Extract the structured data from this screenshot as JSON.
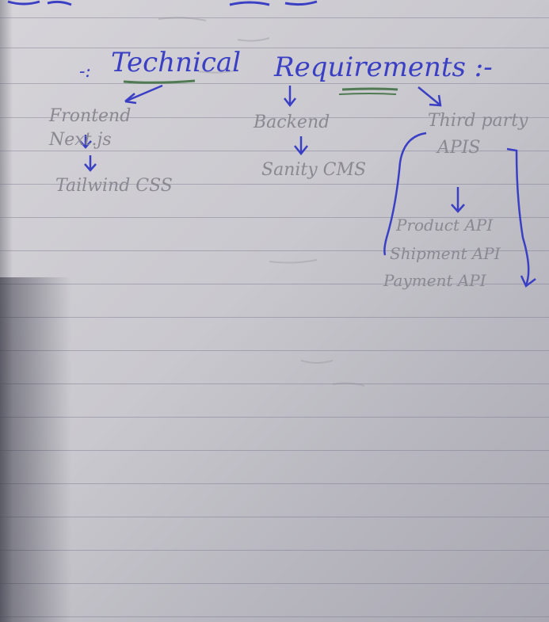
{
  "title": {
    "prefix": "-:",
    "word1": "Technical",
    "word2": "Requirements :-"
  },
  "branches": {
    "frontend": {
      "label": "Frontend",
      "items": [
        "Next.js",
        "Tailwind CSS"
      ]
    },
    "backend": {
      "label": "Backend",
      "items": [
        "Sanity CMS"
      ]
    },
    "third_party": {
      "label": "Third party",
      "sublabel": "APIS",
      "items": [
        "Product API",
        "Shipment API",
        "Payment API"
      ]
    }
  },
  "colors": {
    "ink_blue": "#3a3fc4",
    "pencil_gray": "#8a8992",
    "paper": "#d6d4d9"
  },
  "icons": {
    "arrow": "down-arrow-icon"
  }
}
